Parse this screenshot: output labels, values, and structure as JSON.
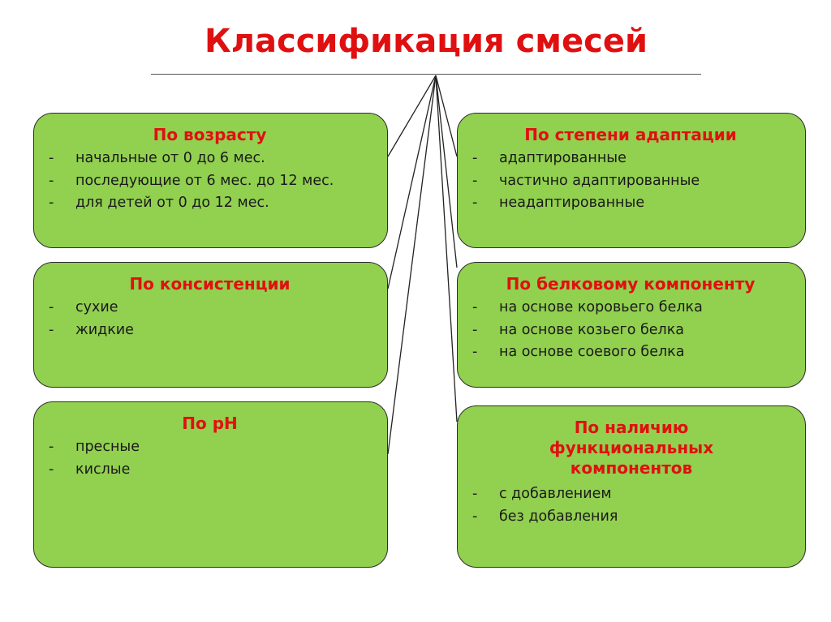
{
  "title": "Классификация смесей",
  "colors": {
    "box_fill": "#92d050",
    "heading": "#e01010",
    "text": "#1a1a1a"
  },
  "bullet": "-",
  "boxes": {
    "age": {
      "title": "По возрасту",
      "items": [
        "начальные от 0 до 6 мес.",
        "последующие от 6 мес. до 12 мес.",
        "для детей от 0 до 12 мес."
      ]
    },
    "consistency": {
      "title": "По консистенции",
      "items": [
        "сухие",
        "жидкие"
      ]
    },
    "ph": {
      "title": "По pH",
      "items": [
        "пресные",
        "кислые"
      ]
    },
    "adaptation": {
      "title": "По степени адаптации",
      "items": [
        "адаптированные",
        "частично адаптированные",
        "неадаптированные"
      ]
    },
    "protein": {
      "title": "По белковому компоненту",
      "items": [
        "на основе коровьего белка",
        "на основе козьего белка",
        "на основе соевого белка"
      ]
    },
    "functional": {
      "title": "По наличию функциональных компонентов",
      "items": [
        "с добавлением",
        "без добавления"
      ]
    }
  }
}
